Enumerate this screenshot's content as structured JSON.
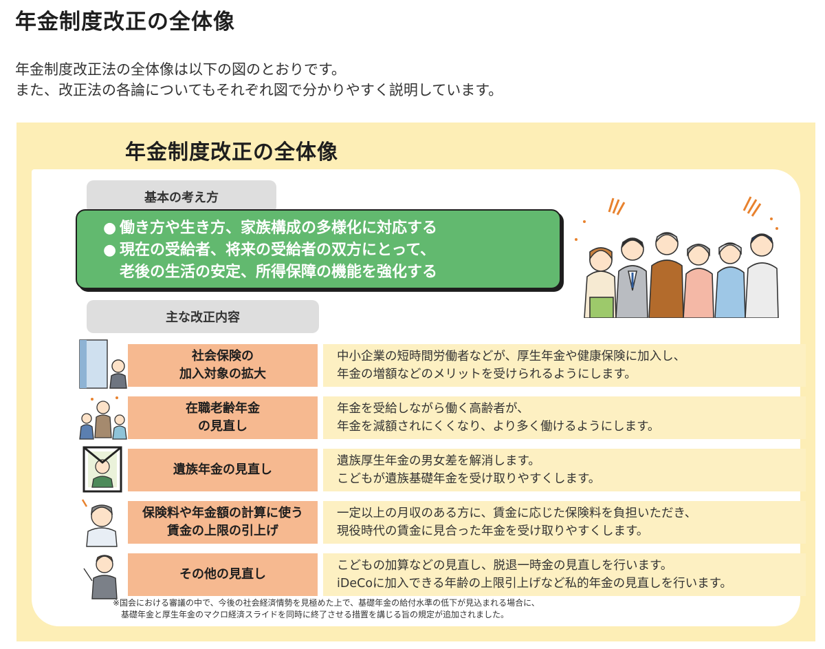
{
  "page": {
    "heading": "年金制度改正の全体像",
    "intro": [
      "年金制度改正法の全体像は以下の図のとおりです。",
      "また、改正法の各論についてもそれぞれ図で分かりやすく説明しています。"
    ]
  },
  "figure": {
    "title": "年金制度改正の全体像",
    "basic_label": "基本の考え方",
    "bullet_symbol": "●",
    "basic_points": [
      "働き方や生き方、家族構成の多様化に対応する",
      "現在の受給者、将来の受給者の双方にとって、",
      "老後の生活の安定、所得保障の機能を強化する"
    ],
    "main_label": "主な改正内容",
    "items": [
      {
        "icon": "office-worker-icon",
        "category": [
          "社会保険の",
          "加入対象の拡大"
        ],
        "desc": [
          "中小企業の短時間労働者などが、厚生年金や健康保険に加入し、",
          "年金の増額などのメリットを受けられるようにします。"
        ]
      },
      {
        "icon": "elderly-workers-icon",
        "category": [
          "在職老齢年金",
          "の見直し"
        ],
        "desc": [
          "年金を受給しながら働く高齢者が、",
          "年金を減額されにくくなり、より多く働けるようにします。"
        ]
      },
      {
        "icon": "memorial-portrait-icon",
        "category": [
          "遺族年金の見直し"
        ],
        "desc": [
          "遺族厚生年金の男女差を解消します。",
          "こどもが遺族基礎年金を受け取りやすくします。"
        ]
      },
      {
        "icon": "thinking-man-icon",
        "category": [
          "保険料や年金額の計算に使う",
          "賃金の上限の引上げ"
        ],
        "desc": [
          "一定以上の月収のある方に、賃金に応じた保険料を負担いただき、",
          "現役時代の賃金に見合った年金を受け取りやすくします。"
        ]
      },
      {
        "icon": "pointing-man-icon",
        "category": [
          "その他の見直し"
        ],
        "desc": [
          "こどもの加算などの見直し、脱退一時金の見直しを行います。",
          "iDeCoに加入できる年齢の上限引上げなど私的年金の見直しを行います。"
        ]
      }
    ],
    "footnote": [
      "※国会における審議の中で、今後の社会経済情勢を見極めた上で、基礎年金の給付水準の低下が見込まれる場合に、",
      "基礎年金と厚生年金のマクロ経済スライドを同時に終了させる措置を講じる旨の規定が追加されました。"
    ],
    "colors": {
      "frame": "#fdeeb6",
      "green": "#62b96f",
      "category": "#f6b990",
      "description": "#fdf0c2",
      "label": "#dedede"
    }
  }
}
